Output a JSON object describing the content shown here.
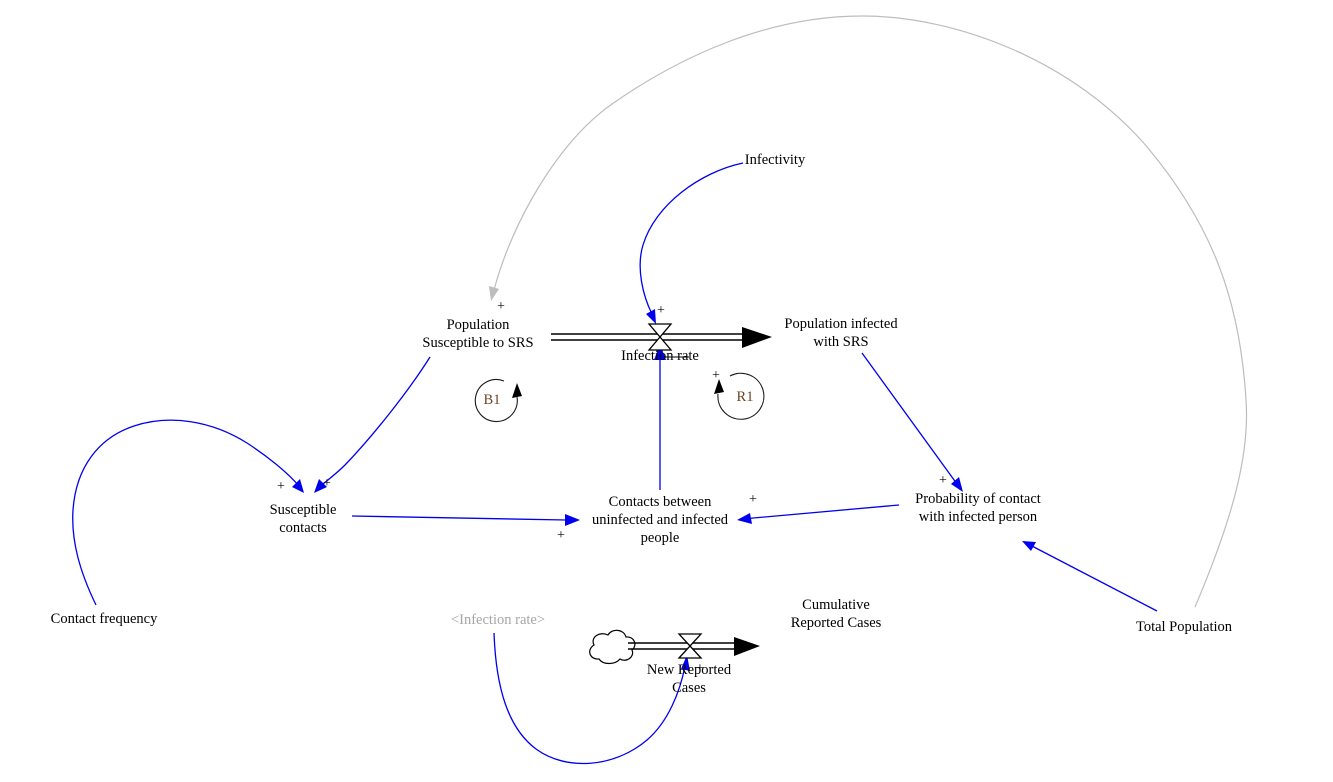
{
  "colors": {
    "background": "#ffffff",
    "arrow_blue": "#0000ee",
    "flow_black": "#000000",
    "arc_gray": "#bdbdbd",
    "shadow_gray": "#a6a6a6",
    "loop_label_brown": "#6b4423"
  },
  "nodes": {
    "population_susceptible": "Population\nSusceptible to SRS",
    "population_infected": "Population infected\nwith SRS",
    "infection_rate": "Infection rate",
    "infectivity": "Infectivity",
    "susceptible_contacts": "Susceptible\ncontacts",
    "contact_frequency": "Contact frequency",
    "contacts_between": "Contacts between\nuninfected and infected\npeople",
    "probability_of_contact": "Probability of contact\nwith infected person",
    "total_population": "Total Population",
    "infection_rate_shadow": "<Infection rate>",
    "new_reported_cases": "New Reported\nCases",
    "cumulative_reported_cases": "Cumulative\nReported Cases"
  },
  "loops": {
    "b1": "B1",
    "r1": "R1"
  },
  "polarity_plus": "+"
}
